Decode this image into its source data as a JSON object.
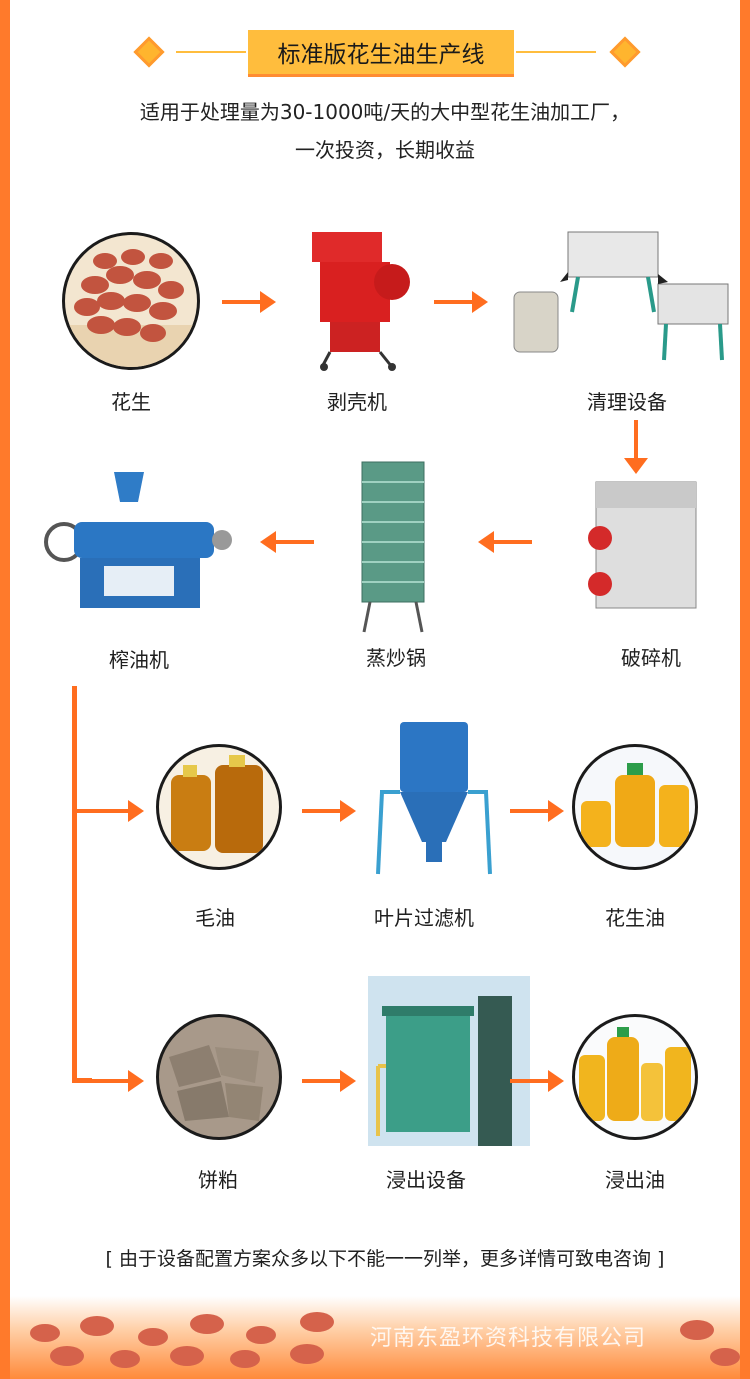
{
  "header": {
    "title": "标准版花生油生产线",
    "subtitle_line1": "适用于处理量为30-1000吨/天的大中型花生油加工厂，",
    "subtitle_line2": "一次投资，长期收益"
  },
  "row1": {
    "peanut": "花生",
    "sheller": "剥壳机",
    "cleaning": "清理设备"
  },
  "row2": {
    "crusher": "破碎机",
    "steamer": "蒸炒锅",
    "press": "榨油机"
  },
  "row3": {
    "crude_oil": "毛油",
    "filter": "叶片过滤机",
    "peanut_oil": "花生油"
  },
  "row4": {
    "cake": "饼粕",
    "extraction": "浸出设备",
    "extracted_oil": "浸出油"
  },
  "note": "[ 由于设备配置方案众多以下不能一一列举，更多详情可致电咨询 ]",
  "company": "河南东盈环资科技有限公司",
  "colors": {
    "accent": "#ff7a2b",
    "title_bg": "#ffbd3d",
    "arrow": "#ff6d1f"
  },
  "icons": [
    "diamond-icon",
    "arrow-right-icon",
    "arrow-left-icon",
    "arrow-down-icon"
  ]
}
